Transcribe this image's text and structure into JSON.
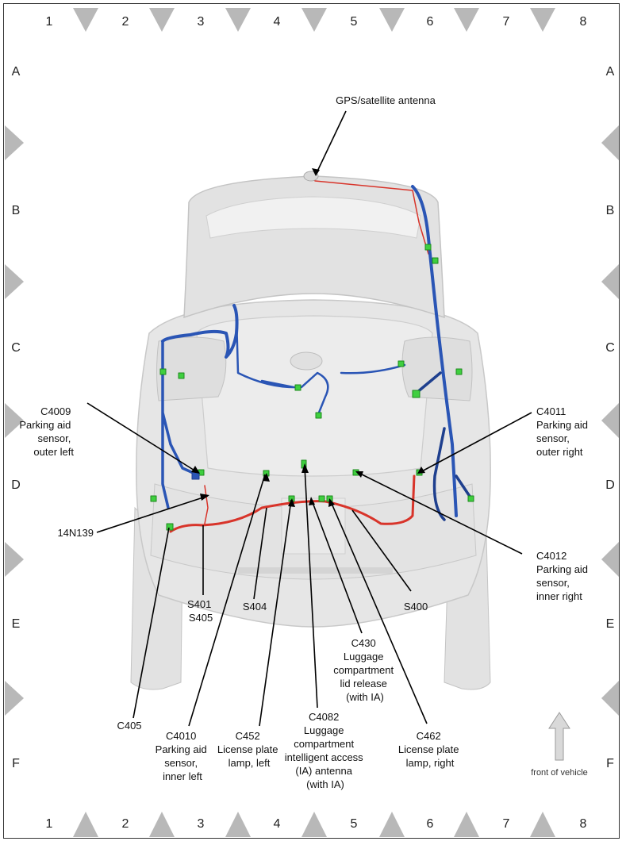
{
  "grid": {
    "columns": [
      "1",
      "2",
      "3",
      "4",
      "5",
      "6",
      "7",
      "8"
    ],
    "rows": [
      "A",
      "B",
      "C",
      "D",
      "E",
      "F"
    ]
  },
  "labels": {
    "gps": "GPS/satellite antenna",
    "c4009": [
      "C4009",
      "Parking aid",
      "sensor,",
      "outer left"
    ],
    "c4011": [
      "C4011",
      "Parking aid",
      "sensor,",
      "outer right"
    ],
    "n14n139": "14N139",
    "c4012": [
      "C4012",
      "Parking aid",
      "sensor,",
      "inner right"
    ],
    "s401": [
      "S401",
      "S405"
    ],
    "s404": "S404",
    "s400": "S400",
    "c430": [
      "C430",
      "Luggage",
      "compartment",
      "lid release",
      "(with IA)"
    ],
    "c405": "C405",
    "c4010": [
      "C4010",
      "Parking aid",
      "sensor,",
      "inner left"
    ],
    "c452": [
      "C452",
      "License plate",
      "lamp, left"
    ],
    "c4082": [
      "C4082",
      "Luggage",
      "compartment",
      "intelligent access",
      "(IA) antenna",
      "(with IA)"
    ],
    "c462": [
      "C462",
      "License plate",
      "lamp, right"
    ]
  },
  "legend": {
    "front": "front of vehicle"
  },
  "colors": {
    "harness_blue": "#2a55b5",
    "harness_red": "#d8342a",
    "connector_green": "#3fcf3f",
    "car_body": "#e4e4e4"
  }
}
